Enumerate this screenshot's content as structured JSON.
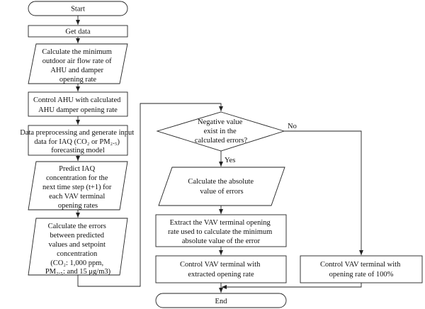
{
  "nodes": {
    "start": {
      "lines": [
        "Start"
      ]
    },
    "get_data": {
      "lines": [
        "Get data"
      ]
    },
    "calc_min_flow": {
      "lines": [
        "Calculate the minimum",
        "outdoor air flow rate of",
        "AHU and damper",
        "opening rate"
      ]
    },
    "control_ahu": {
      "lines": [
        "Control AHU with calculated",
        "AHU damper opening rate"
      ]
    },
    "preprocess": {
      "lines": [
        "Data preprocessing and generate input",
        "data for IAQ (CO₂ or PM₂.₅)",
        "forecasting model"
      ]
    },
    "predict": {
      "lines": [
        "Predict IAQ",
        "concentration for the",
        "next time step (t+1) for",
        "each VAV terminal",
        "opening rates"
      ]
    },
    "calc_errors": {
      "lines": [
        "Calculate the errors",
        "between predicted",
        "values and setpoint",
        "concentration",
        "(CO₂: 1,000 ppm,",
        "PM₂.₅: and 15 μg/m3)"
      ]
    },
    "negative_check": {
      "lines": [
        "Negative value",
        "exist in the",
        "calculated errors?"
      ]
    },
    "calc_abs": {
      "lines": [
        "Calculate the absolute",
        "value of errors"
      ]
    },
    "extract": {
      "lines": [
        "Extract the VAV terminal opening",
        "rate used to calculate the minimum",
        "absolute value of the error"
      ]
    },
    "control_extracted": {
      "lines": [
        "Control VAV terminal with",
        "extracted opening rate"
      ]
    },
    "control_100": {
      "lines": [
        "Control VAV terminal with",
        "opening rate of 100%"
      ]
    },
    "end": {
      "lines": [
        "End"
      ]
    }
  },
  "edge_labels": {
    "yes": "Yes",
    "no": "No"
  }
}
